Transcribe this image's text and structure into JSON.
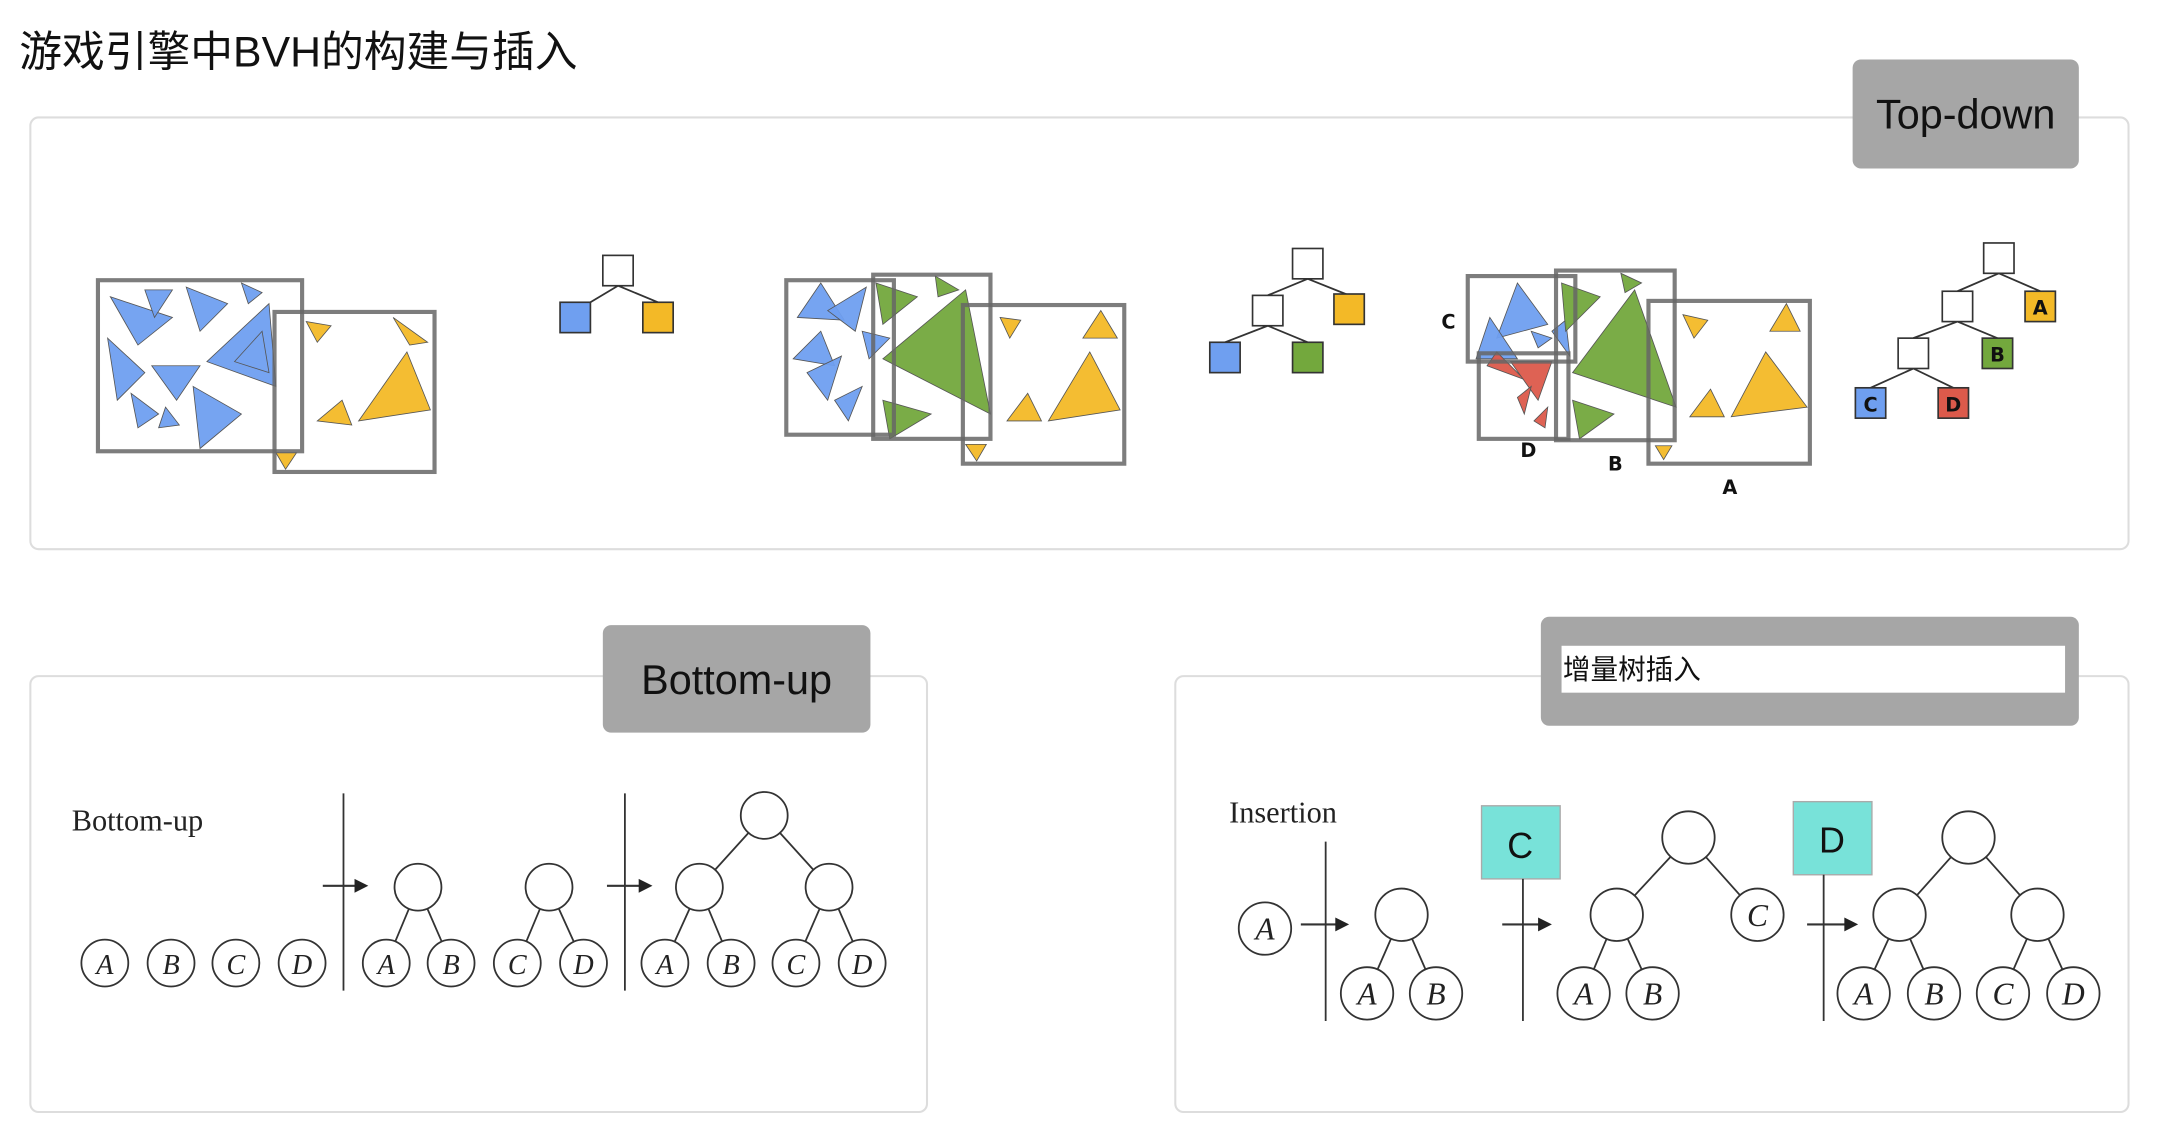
{
  "title": "游戏引擎中BVH的构建与插入",
  "top_down": {
    "label": "Top-down",
    "region_labels": {
      "c": "C",
      "d": "D",
      "b": "B",
      "a": "A"
    },
    "tree_labels": {
      "a": "A",
      "b": "B",
      "c": "C",
      "d": "D"
    }
  },
  "bottom_up": {
    "label": "Bottom-up",
    "figure_title": "Bottom-up",
    "leaves": [
      "A",
      "B",
      "C",
      "D"
    ]
  },
  "insertion": {
    "label": "增量树插入",
    "figure_title": "Insertion",
    "insert_c": "C",
    "insert_d": "D",
    "leaves": [
      "A",
      "B",
      "C",
      "D"
    ]
  },
  "colors": {
    "blue": "#6f9ff0",
    "green": "#73a83d",
    "yellow": "#f3b927",
    "red": "#dc5a4b",
    "teal": "#78e2d9",
    "label_box": "#a6a6a6"
  }
}
